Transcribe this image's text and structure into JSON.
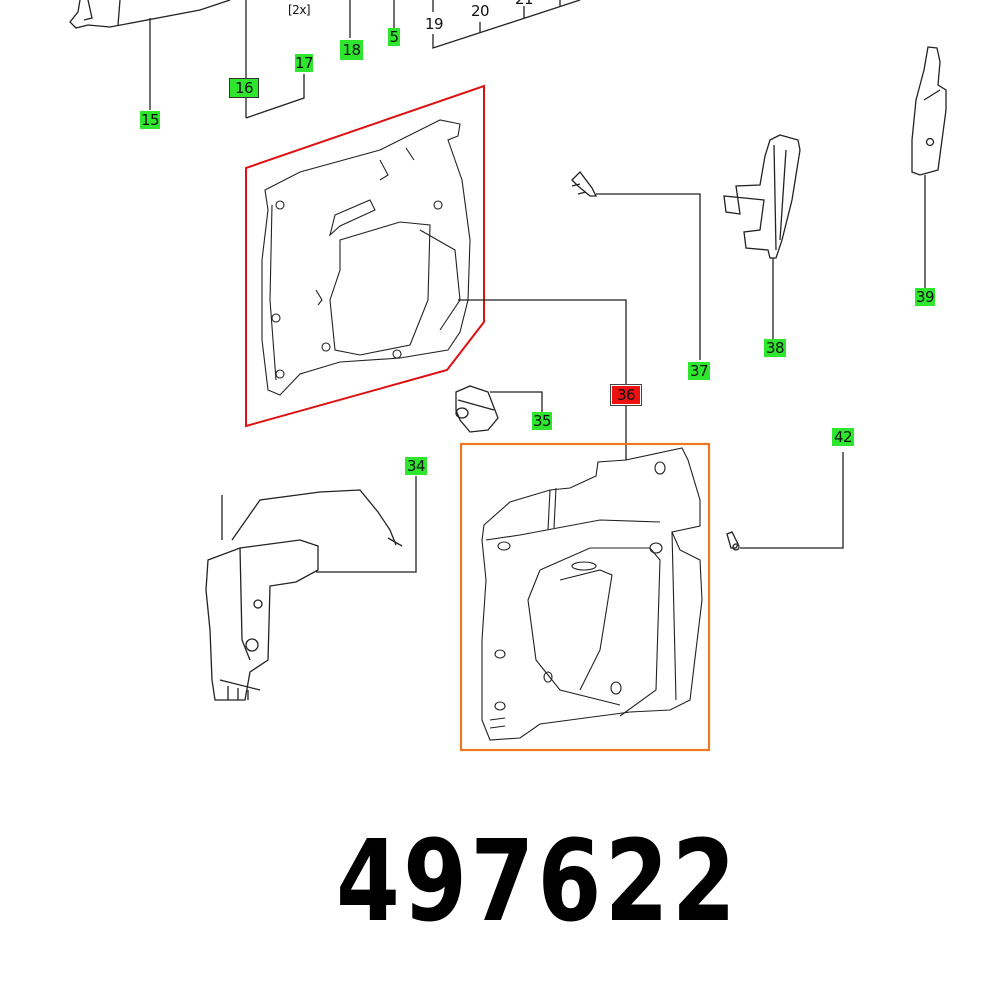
{
  "diagram": {
    "part_number": "497622",
    "highlight_colors": {
      "selected_callout": "#ee1111",
      "callout": "#2ee62e",
      "group_frame_red": "#dd1111",
      "group_frame_orange": "#ee7722"
    },
    "callouts": [
      {
        "id": "15",
        "label": "15",
        "style": "green"
      },
      {
        "id": "16",
        "label": "16",
        "style": "green-boxed"
      },
      {
        "id": "17",
        "label": "17",
        "style": "green",
        "qty": "[2x]"
      },
      {
        "id": "18",
        "label": "18",
        "style": "green"
      },
      {
        "id": "5",
        "label": "5",
        "style": "green"
      },
      {
        "id": "19",
        "label": "19",
        "style": "plain"
      },
      {
        "id": "20",
        "label": "20",
        "style": "plain"
      },
      {
        "id": "21",
        "label": "21",
        "style": "plain"
      },
      {
        "id": "34",
        "label": "34",
        "style": "green"
      },
      {
        "id": "35",
        "label": "35",
        "style": "green"
      },
      {
        "id": "36",
        "label": "36",
        "style": "red-selected"
      },
      {
        "id": "37",
        "label": "37",
        "style": "green"
      },
      {
        "id": "38",
        "label": "38",
        "style": "green"
      },
      {
        "id": "39",
        "label": "39",
        "style": "green"
      },
      {
        "id": "42",
        "label": "42",
        "style": "green"
      }
    ],
    "qty_17": "[2x]"
  }
}
